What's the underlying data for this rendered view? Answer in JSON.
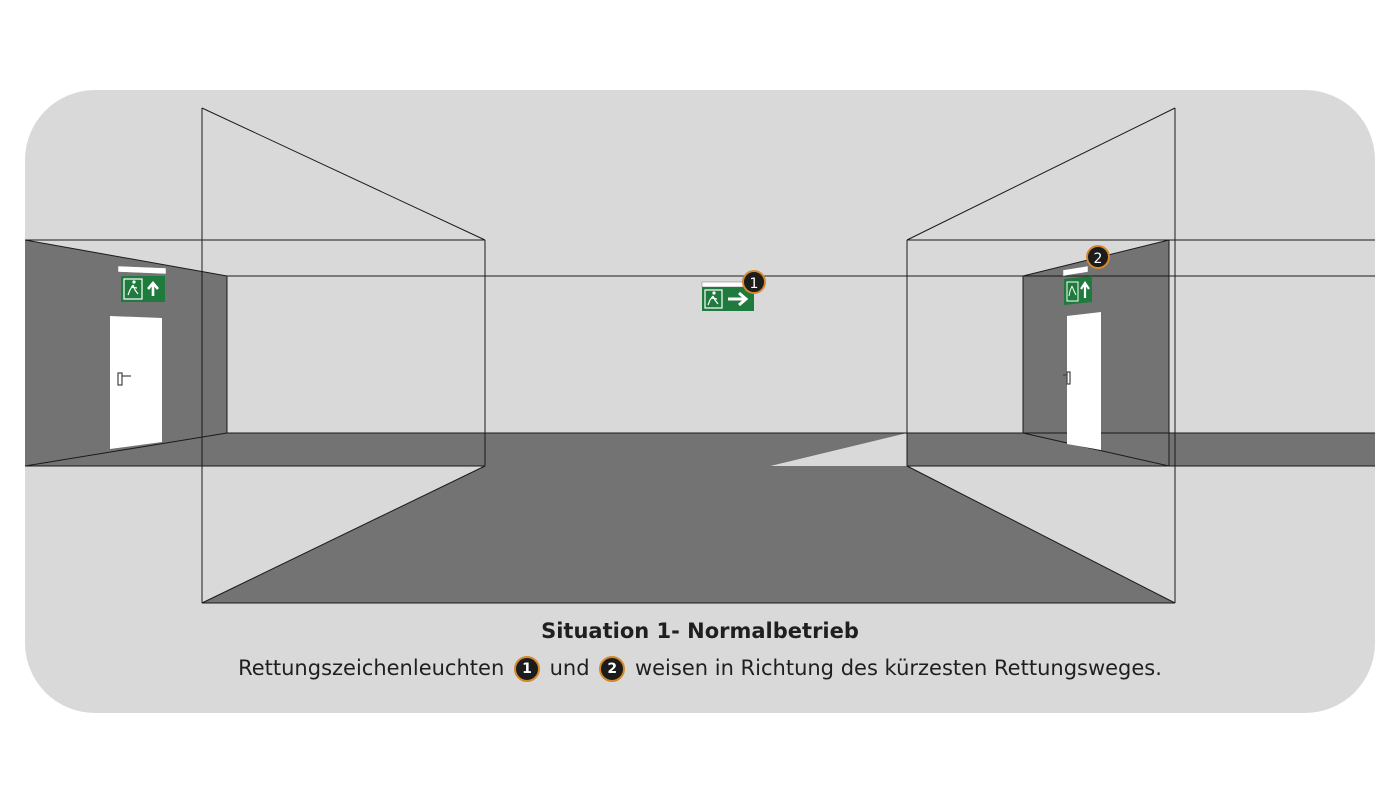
{
  "caption": {
    "title": "Situation 1- Normalbetrieb",
    "text_before": "Rettungszeichenleuchten",
    "badge_1": "1",
    "text_middle": "und",
    "badge_2": "2",
    "text_after": "weisen in Richtung des kürzesten Rettungsweges."
  },
  "signs": {
    "center_label": "1",
    "right_label": "2"
  },
  "colors": {
    "background": "#d9d9d9",
    "floor": "#737373",
    "sign_green": "#1f7a3d",
    "badge_fill": "#1c1c1c",
    "badge_ring": "#d48a2a"
  }
}
